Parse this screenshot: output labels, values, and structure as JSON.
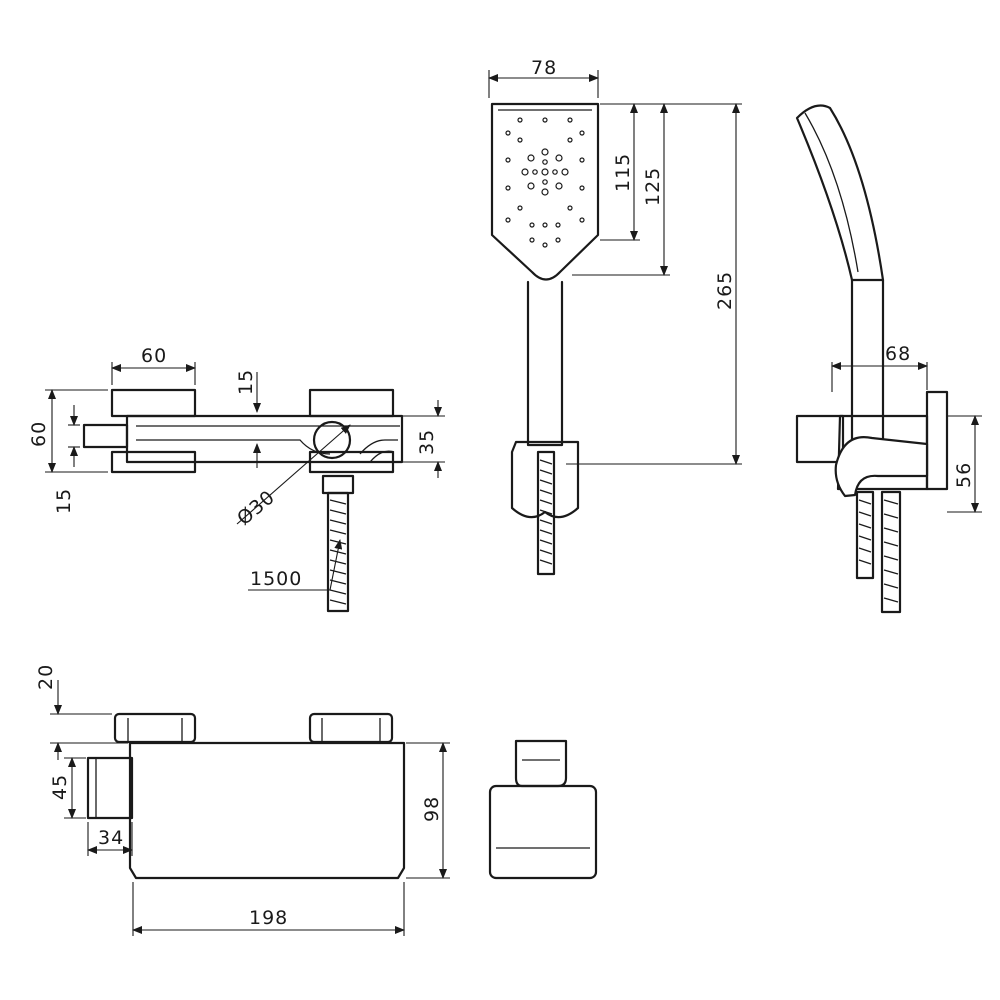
{
  "dimensions": {
    "front_width": "60",
    "front_height": "60",
    "front_offset": "15",
    "front_top": "15",
    "front_body": "35",
    "diameter": "Ø30",
    "hose": "1500",
    "head_width": "78",
    "head_115": "115",
    "head_125": "125",
    "head_265": "265",
    "side_depth": "68",
    "side_height": "56",
    "top_knob": "20",
    "top_outlet": "45",
    "top_outlet_depth": "34",
    "top_height": "98",
    "top_length": "198"
  }
}
